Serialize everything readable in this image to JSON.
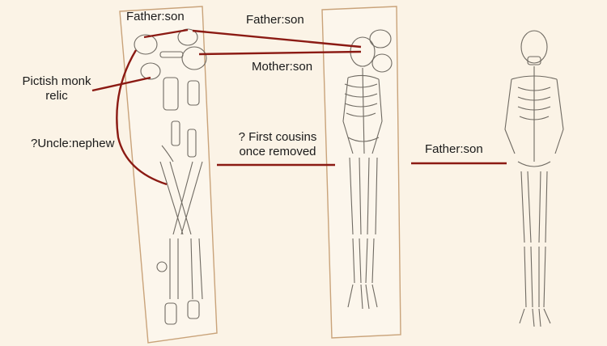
{
  "labels": {
    "father_son_top_left": "Father:son",
    "father_son_top_center": "Father:son",
    "mother_son": "Mother:son",
    "pictish_relic_line1": "Pictish monk",
    "pictish_relic_line2": "relic",
    "uncle_nephew": "?Uncle:nephew",
    "first_cousins_line1": "? First cousins",
    "first_cousins_line2": "once removed",
    "father_son_right": "Father:son"
  },
  "colors": {
    "background": "#fbf3e6",
    "coffin_outline": "#c9a37a",
    "bone_outline": "#6f6a62",
    "relation_line": "#8b1a13",
    "text": "#1a1a1a"
  }
}
